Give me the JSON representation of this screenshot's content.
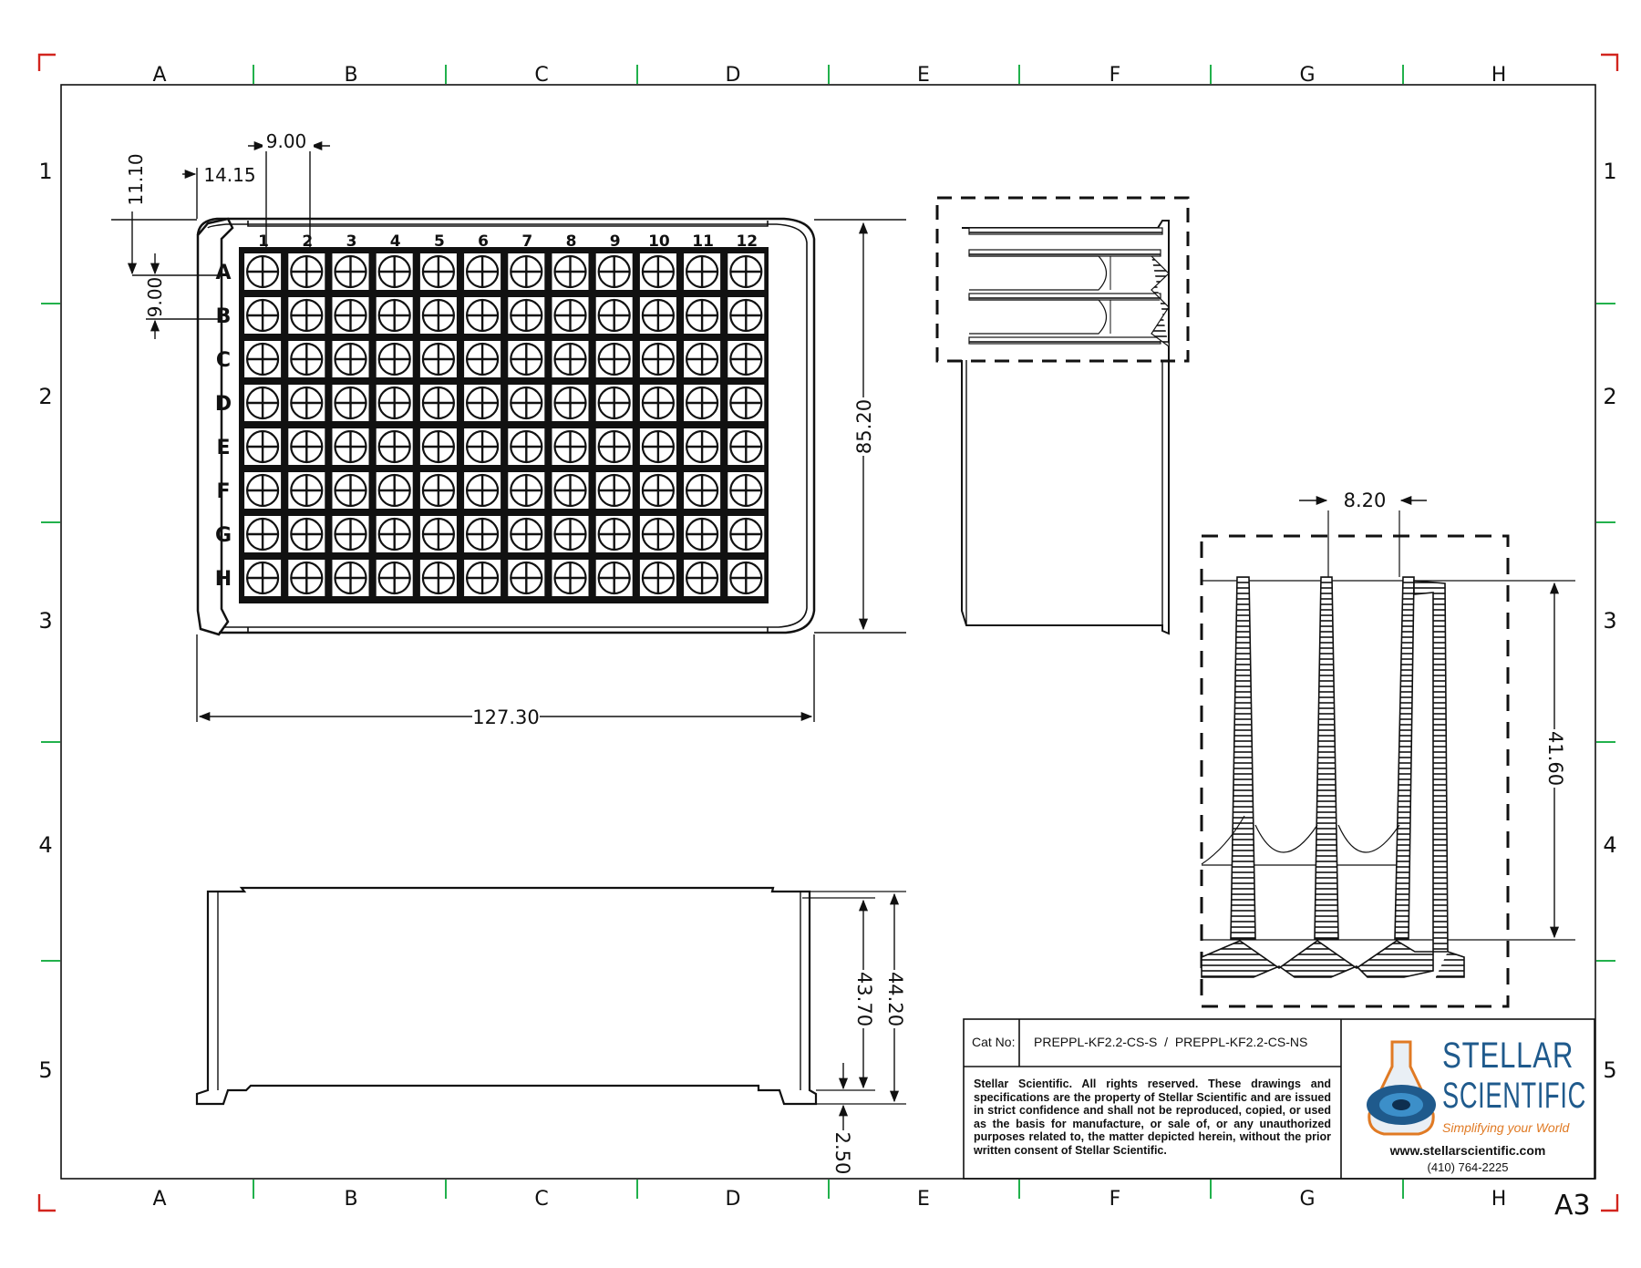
{
  "border": {
    "columns": [
      "A",
      "B",
      "C",
      "D",
      "E",
      "F",
      "G",
      "H"
    ],
    "rows": [
      "1",
      "2",
      "3",
      "4",
      "5"
    ],
    "sheet_size": "A3"
  },
  "plate_top": {
    "columns": [
      "1",
      "2",
      "3",
      "4",
      "5",
      "6",
      "7",
      "8",
      "9",
      "10",
      "11",
      "12"
    ],
    "rows": [
      "A",
      "B",
      "C",
      "D",
      "E",
      "F",
      "G",
      "H"
    ],
    "dims": {
      "pitch_x": "9.00",
      "offset_x": "14.15",
      "offset_y": "11.10",
      "pitch_y": "9.00",
      "height": "85.20",
      "width": "127.30"
    }
  },
  "plate_side": {
    "dims": {
      "inner": "43.70",
      "total": "44.20",
      "skirt": "2.50"
    }
  },
  "detail": {
    "dims": {
      "well": "8.20",
      "depth": "41.60"
    }
  },
  "title_block": {
    "cat_label": "Cat No:",
    "cat_value": "PREPPL-KF2.2-CS-S  /  PREPPL-KF2.2-CS-NS",
    "notice": "Stellar Scientific. All rights reserved. These drawings and specifications are the property of Stellar Scientific and are issued in strict confidence and shall not be reproduced, copied, or used as the basis for manufacture, or sale of, or any unauthorized purposes related to, the matter depicted herein, without the prior written consent of Stellar Scientific.",
    "brand_line1": "STELLAR",
    "brand_line2": "SCIENTIFIC",
    "tagline": "Simplifying your World",
    "website": "www.stellarscientific.com",
    "phone": "(410) 764-2225"
  },
  "colors": {
    "line": "#111111",
    "corner_mark": "#d2251e",
    "tick": "#22b14c",
    "brand_blue": "#1f5a8c",
    "tagline": "#e07a24"
  }
}
